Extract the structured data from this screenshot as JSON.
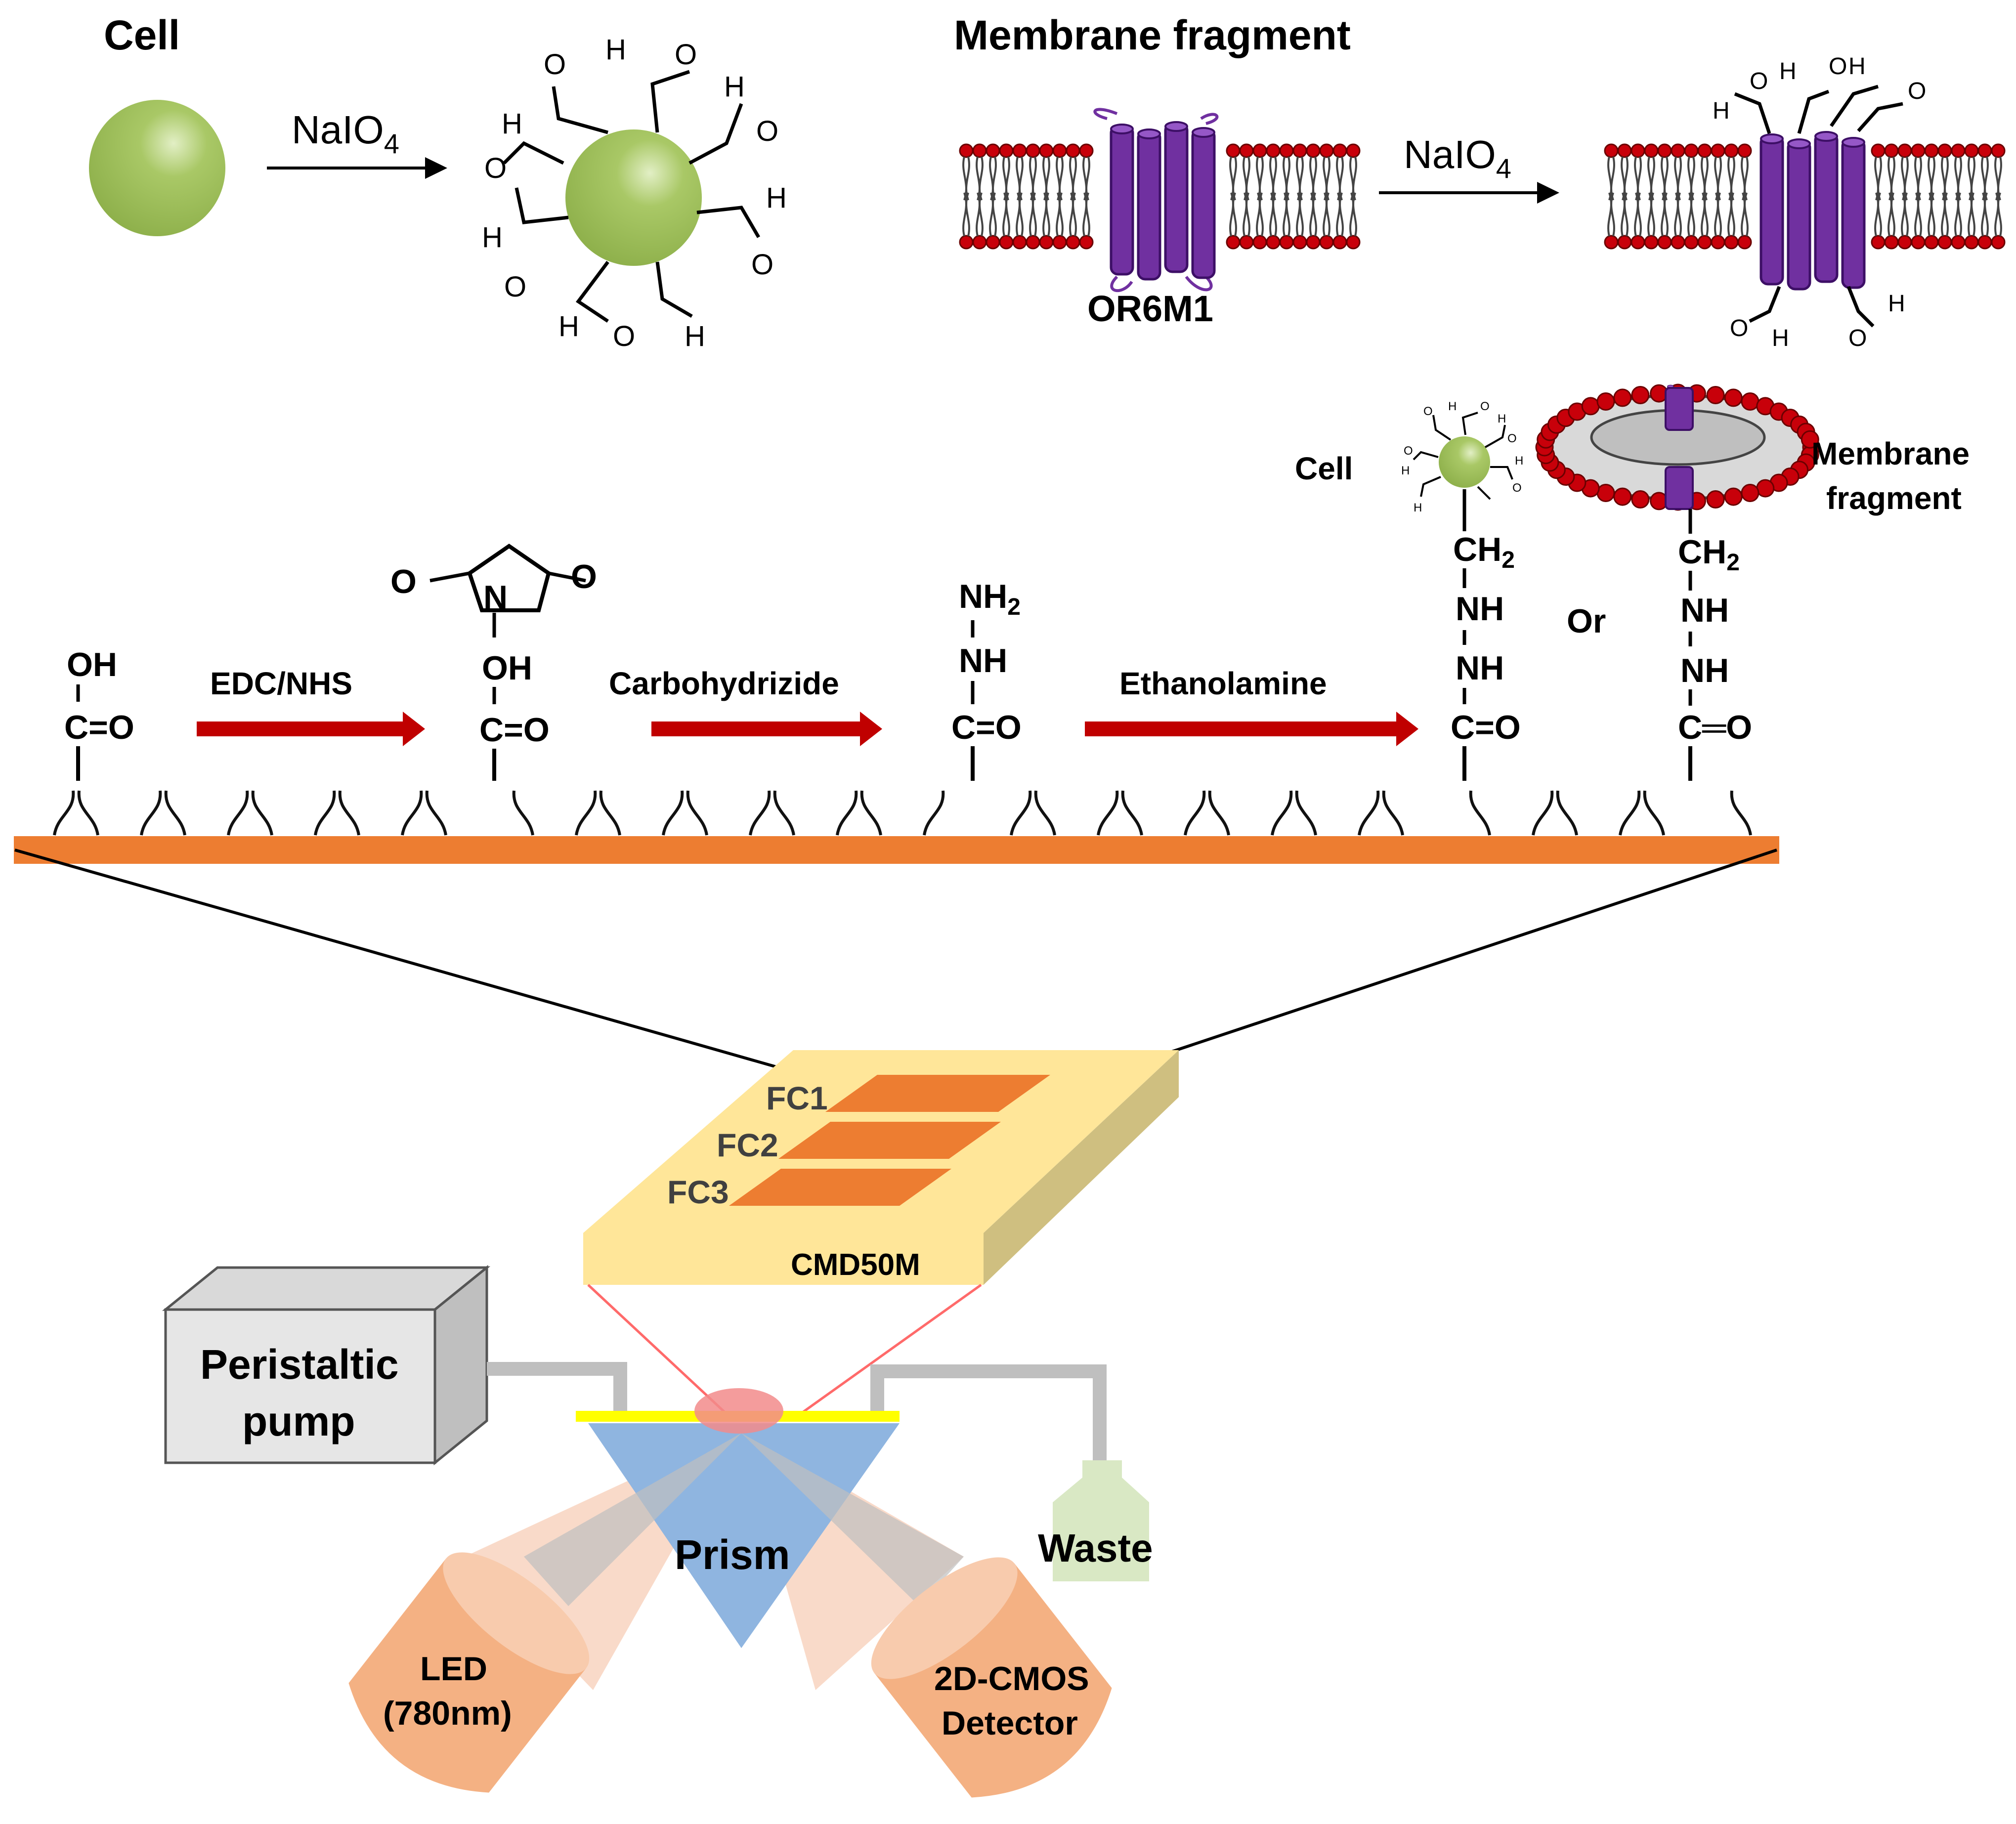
{
  "top": {
    "cell_title": "Cell",
    "membrane_title": "Membrane fragment",
    "reagent_prefix": "NaIO",
    "reagent_sub": "4",
    "receptor_label": "OR6M1",
    "aldehyde_h": "H",
    "aldehyde_o": "O"
  },
  "chemistry": {
    "oh": "OH",
    "co": "C=O",
    "co_double": "C═O",
    "o": "O",
    "n": "N",
    "nh": "NH",
    "nh2_prefix": "NH",
    "ch2_prefix": "CH",
    "sub2": "2",
    "steps": [
      "EDC/NHS",
      "Carbohydrizide",
      "Ethanolamine"
    ],
    "or_label": "Or",
    "cell_label": "Cell",
    "membrane_label_line1": "Membrane",
    "membrane_label_line2": "fragment"
  },
  "instrument": {
    "chip": "CMD50M",
    "flow_cells": [
      "FC1",
      "FC2",
      "FC3"
    ],
    "pump_line1": "Peristaltic",
    "pump_line2": "pump",
    "prism": "Prism",
    "waste": "Waste",
    "led_line1": "LED",
    "led_line2": "(780nm)",
    "detector_line1": "2D-CMOS",
    "detector_line2": "Detector"
  },
  "colors": {
    "cell_green": "#9bbd55",
    "substrate_orange": "#ed7d31",
    "arrow_red": "#c00000",
    "lipid_head_red": "#c8000a",
    "protein_purple": "#7030a0",
    "chip_yellow": "#ffe699",
    "prism_blue": "#8fb5e0",
    "source_orange": "#f4b183",
    "pump_grey": "#e6e6e6",
    "waste_green": "#d9e8c4"
  }
}
